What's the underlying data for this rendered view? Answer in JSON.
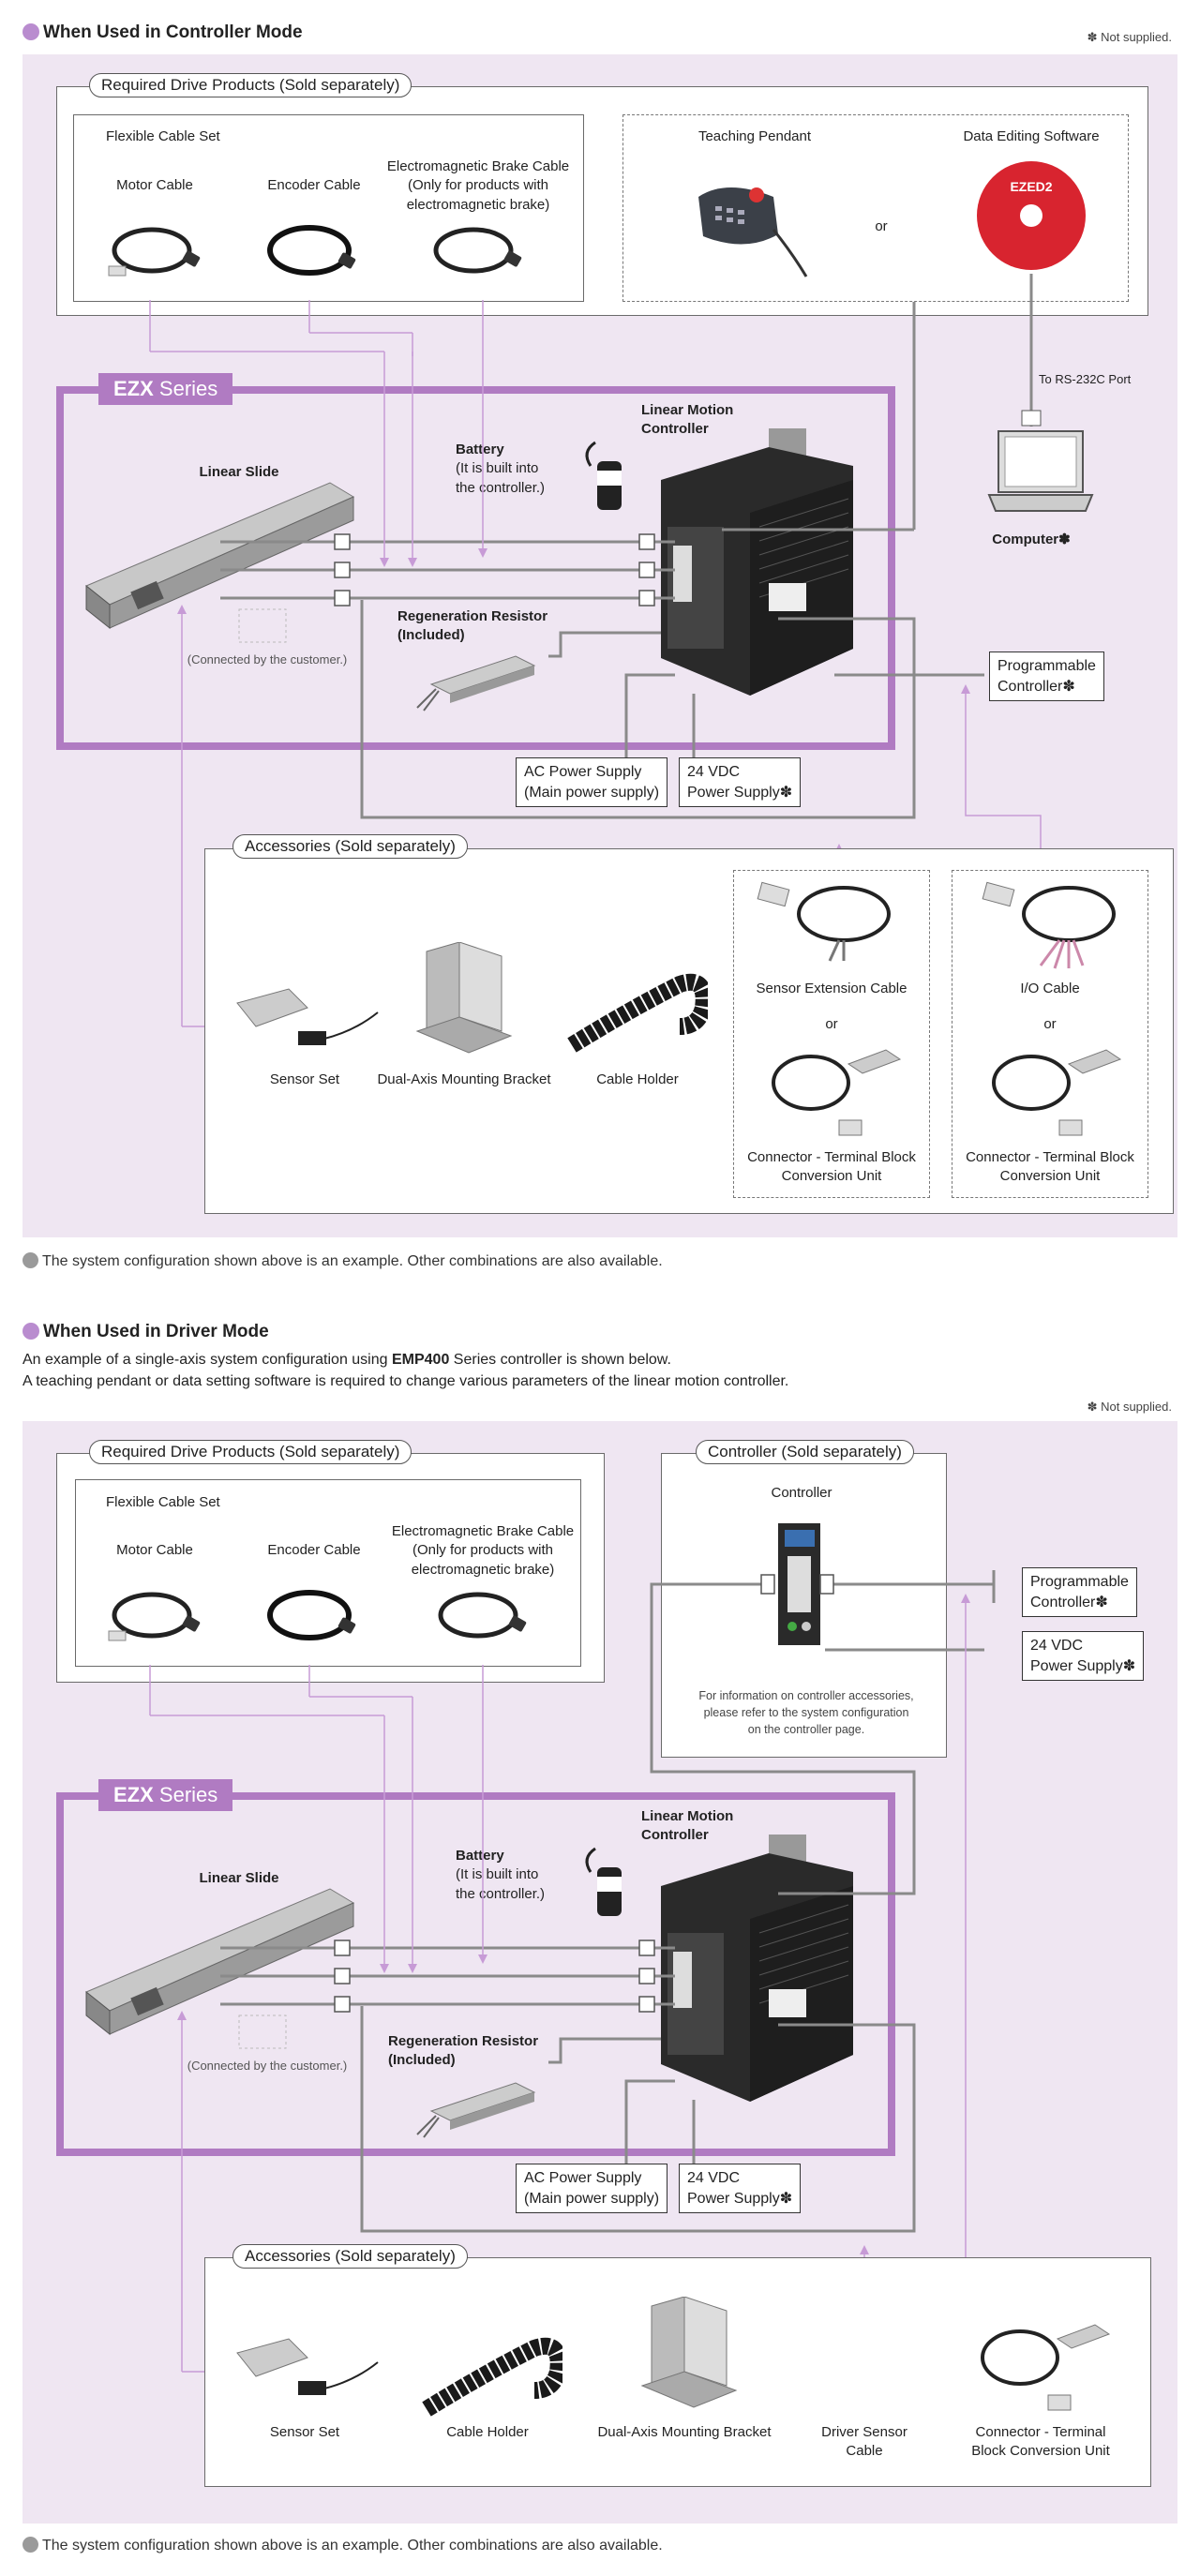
{
  "controller_mode": {
    "heading": "When Used in Controller Mode",
    "not_supplied": "✽ Not supplied.",
    "required": {
      "title": "Required Drive Products (Sold separately)",
      "cable_set": "Flexible Cable Set",
      "motor_cable": "Motor Cable",
      "encoder_cable": "Encoder Cable",
      "brake_cable_1": "Electromagnetic Brake Cable",
      "brake_cable_2": "(Only for products with",
      "brake_cable_3": "electromagnetic brake)",
      "teaching_pendant": "Teaching Pendant",
      "or": "or",
      "data_software": "Data Editing Software",
      "cd_text": "EZED2"
    },
    "rs232c": "To RS-232C Port",
    "computer": "Computer✽",
    "ezx": {
      "brand": "EZX",
      "series": "Series"
    },
    "linear_slide": "Linear Slide",
    "battery_1": "Battery",
    "battery_2": "(It is built into",
    "battery_3": "the controller.)",
    "lmc_1": "Linear Motion",
    "lmc_2": "Controller",
    "regen_1": "Regeneration Resistor",
    "regen_2": "(Included)",
    "connected": "(Connected by the customer.)",
    "plc_1": "Programmable",
    "plc_2": "Controller✽",
    "ac_1": "AC Power Supply",
    "ac_2": "(Main power supply)",
    "dc_1": "24 VDC",
    "dc_2": "Power Supply✽",
    "accessories": {
      "title": "Accessories (Sold separately)",
      "sensor_set": "Sensor Set",
      "bracket": "Dual-Axis Mounting Bracket",
      "cable_holder": "Cable Holder",
      "sensor_ext": "Sensor Extension Cable",
      "or": "or",
      "conv_1": "Connector - Terminal Block",
      "conv_2": "Conversion Unit",
      "io_cable": "I/O Cable"
    },
    "footnote": "The system configuration shown above is an example. Other combinations are also available."
  },
  "driver_mode": {
    "heading": "When Used in Driver Mode",
    "intro_1_a": "An example of a single-axis system configuration using ",
    "intro_1_b": "EMP400",
    "intro_1_c": " Series controller is shown below.",
    "intro_2": "A teaching pendant or data setting software is required to change various parameters of the linear motion controller.",
    "not_supplied": "✽ Not supplied.",
    "required": {
      "title": "Required Drive Products (Sold separately)",
      "cable_set": "Flexible Cable Set",
      "motor_cable": "Motor Cable",
      "encoder_cable": "Encoder Cable",
      "brake_cable_1": "Electromagnetic Brake Cable",
      "brake_cable_2": "(Only for products with",
      "brake_cable_3": "electromagnetic brake)"
    },
    "controller_box": {
      "title": "Controller (Sold separately)",
      "label": "Controller",
      "info_1": "For information on controller accessories,",
      "info_2": "please refer to the system configuration",
      "info_3": "on the controller page."
    },
    "plc_1": "Programmable",
    "plc_2": "Controller✽",
    "dc_top_1": "24 VDC",
    "dc_top_2": "Power Supply✽",
    "ezx": {
      "brand": "EZX",
      "series": "Series"
    },
    "linear_slide": "Linear Slide",
    "battery_1": "Battery",
    "battery_2": "(It is built into",
    "battery_3": "the controller.)",
    "lmc_1": "Linear Motion",
    "lmc_2": "Controller",
    "regen_1": "Regeneration Resistor",
    "regen_2": "(Included)",
    "connected": "(Connected by the customer.)",
    "ac_1": "AC Power Supply",
    "ac_2": "(Main power supply)",
    "dc_1": "24 VDC",
    "dc_2": "Power Supply✽",
    "accessories": {
      "title": "Accessories (Sold separately)",
      "sensor_set": "Sensor Set",
      "cable_holder": "Cable Holder",
      "bracket": "Dual-Axis Mounting Bracket",
      "driver_sensor_1": "Driver Sensor",
      "driver_sensor_2": "Cable",
      "conv_1": "Connector - Terminal",
      "conv_2": "Block Conversion Unit"
    },
    "footnote": "The system configuration shown above is an example. Other combinations are also available."
  },
  "colors": {
    "accent": "#b07bc2",
    "panel": "#efe6f2",
    "wire": "#8a8a8a",
    "purple_wire": "#c79bd6"
  }
}
